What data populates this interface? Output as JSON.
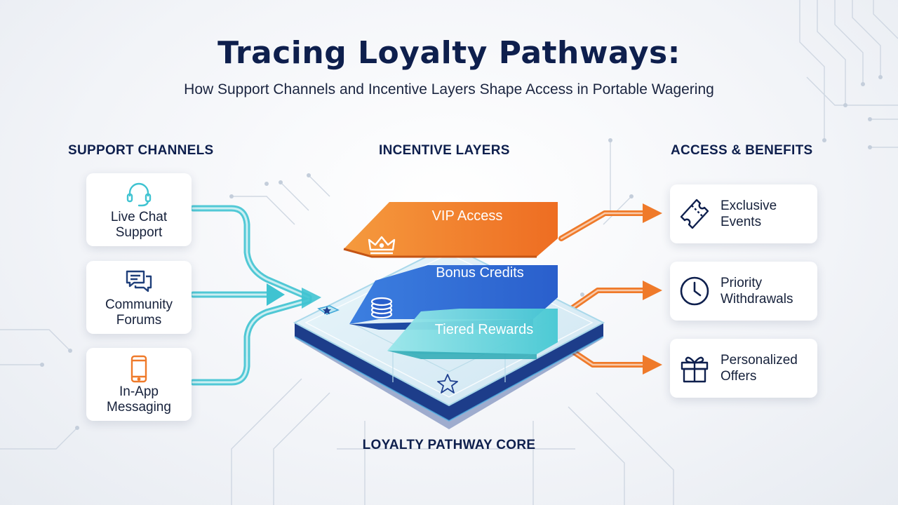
{
  "title": "Tracing Loyalty Pathways:",
  "subtitle": "How Support Channels and Incentive Layers Shape Access in Portable Wagering",
  "columns": {
    "support": "SUPPORT CHANNELS",
    "incentive": "INCENTIVE LAYERS",
    "access": "ACCESS & BENEFITS"
  },
  "core_label": "LOYALTY PATHWAY CORE",
  "support_channels": [
    {
      "lines": [
        "Live Chat",
        "Support"
      ],
      "icon": "headset-icon"
    },
    {
      "lines": [
        "Community",
        "Forums"
      ],
      "icon": "chat-bubbles-icon"
    },
    {
      "lines": [
        "In-App",
        "Messaging"
      ],
      "icon": "smartphone-icon"
    }
  ],
  "incentive_layers": [
    {
      "label": "VIP Access",
      "icon": "crown-icon",
      "color": "#ef7a2a"
    },
    {
      "label": "Bonus Credits",
      "icon": "coin-stack-icon",
      "color": "#2f6fd8"
    },
    {
      "label": "Tiered Rewards",
      "icon": "star-icon",
      "color": "#4fcfd6"
    }
  ],
  "benefits": [
    {
      "lines": [
        "Exclusive",
        "Events"
      ],
      "icon": "ticket-icon"
    },
    {
      "lines": [
        "Priority",
        "Withdrawals"
      ],
      "icon": "clock-icon"
    },
    {
      "lines": [
        "Personalized",
        "Offers"
      ],
      "icon": "gift-icon"
    }
  ],
  "colors": {
    "navy": "#0e1f4d",
    "teal": "#3fc3d1",
    "orange": "#ef7a2a",
    "blue": "#2f6fd8"
  }
}
